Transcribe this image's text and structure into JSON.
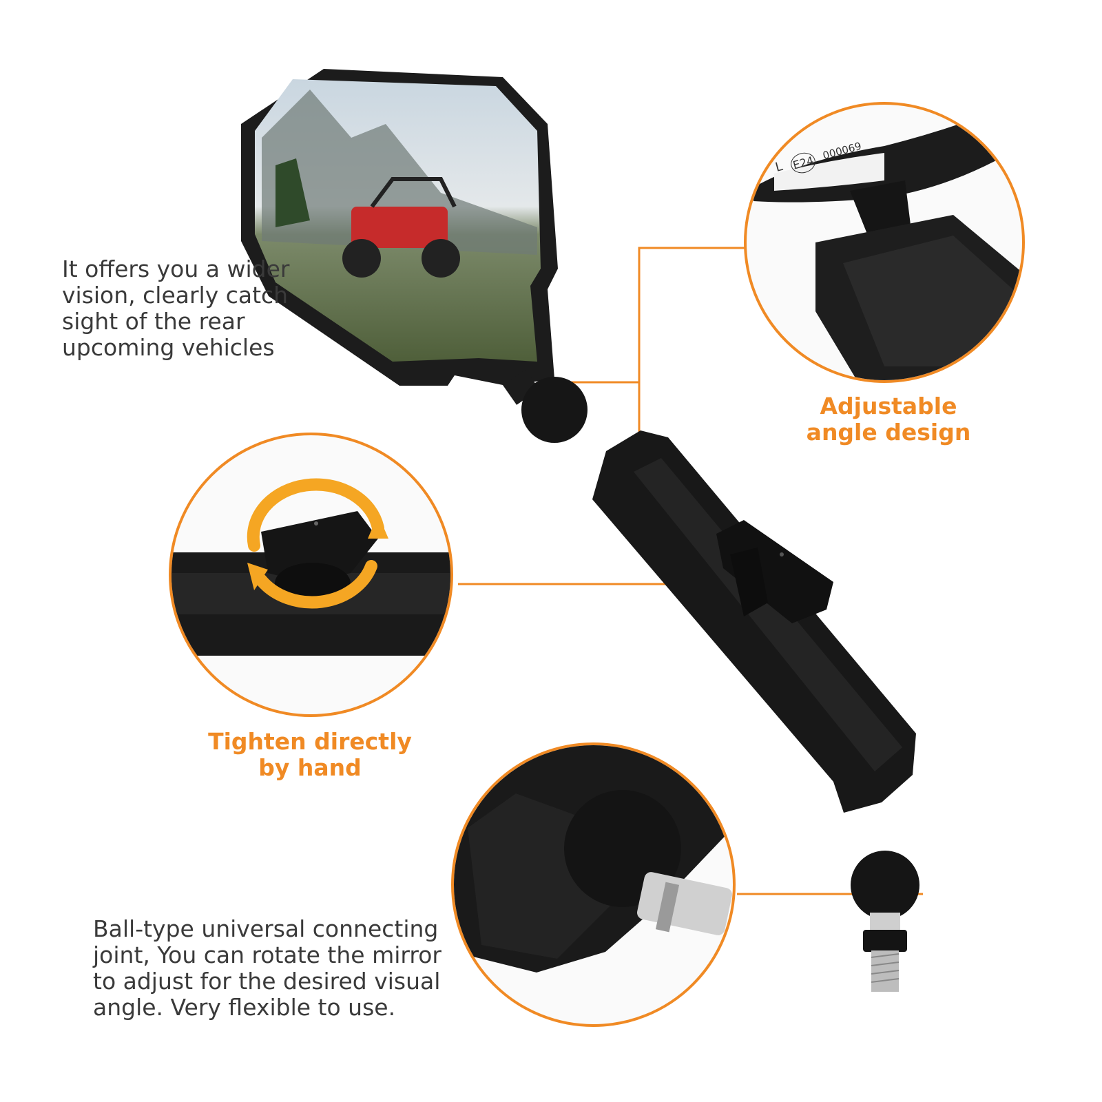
{
  "mirror_description": "It offers you a wider\nvision, clearly catch\nsight of the rear\nupcoming vehicles",
  "callout_angle": "Adjustable\nangle design",
  "callout_tighten": "Tighten directly\nby hand",
  "ball_description": "Ball-type universal connecting\njoint, You can rotate the mirror\nto adjust for the desired visual\nangle. Very flexible to use.",
  "mirror_marking": "000069",
  "mirror_cert": "E24",
  "mirror_side": "L",
  "colors": {
    "accent": "#f08a24",
    "text": "#3a3a3a",
    "product": "#1c1c1c"
  }
}
